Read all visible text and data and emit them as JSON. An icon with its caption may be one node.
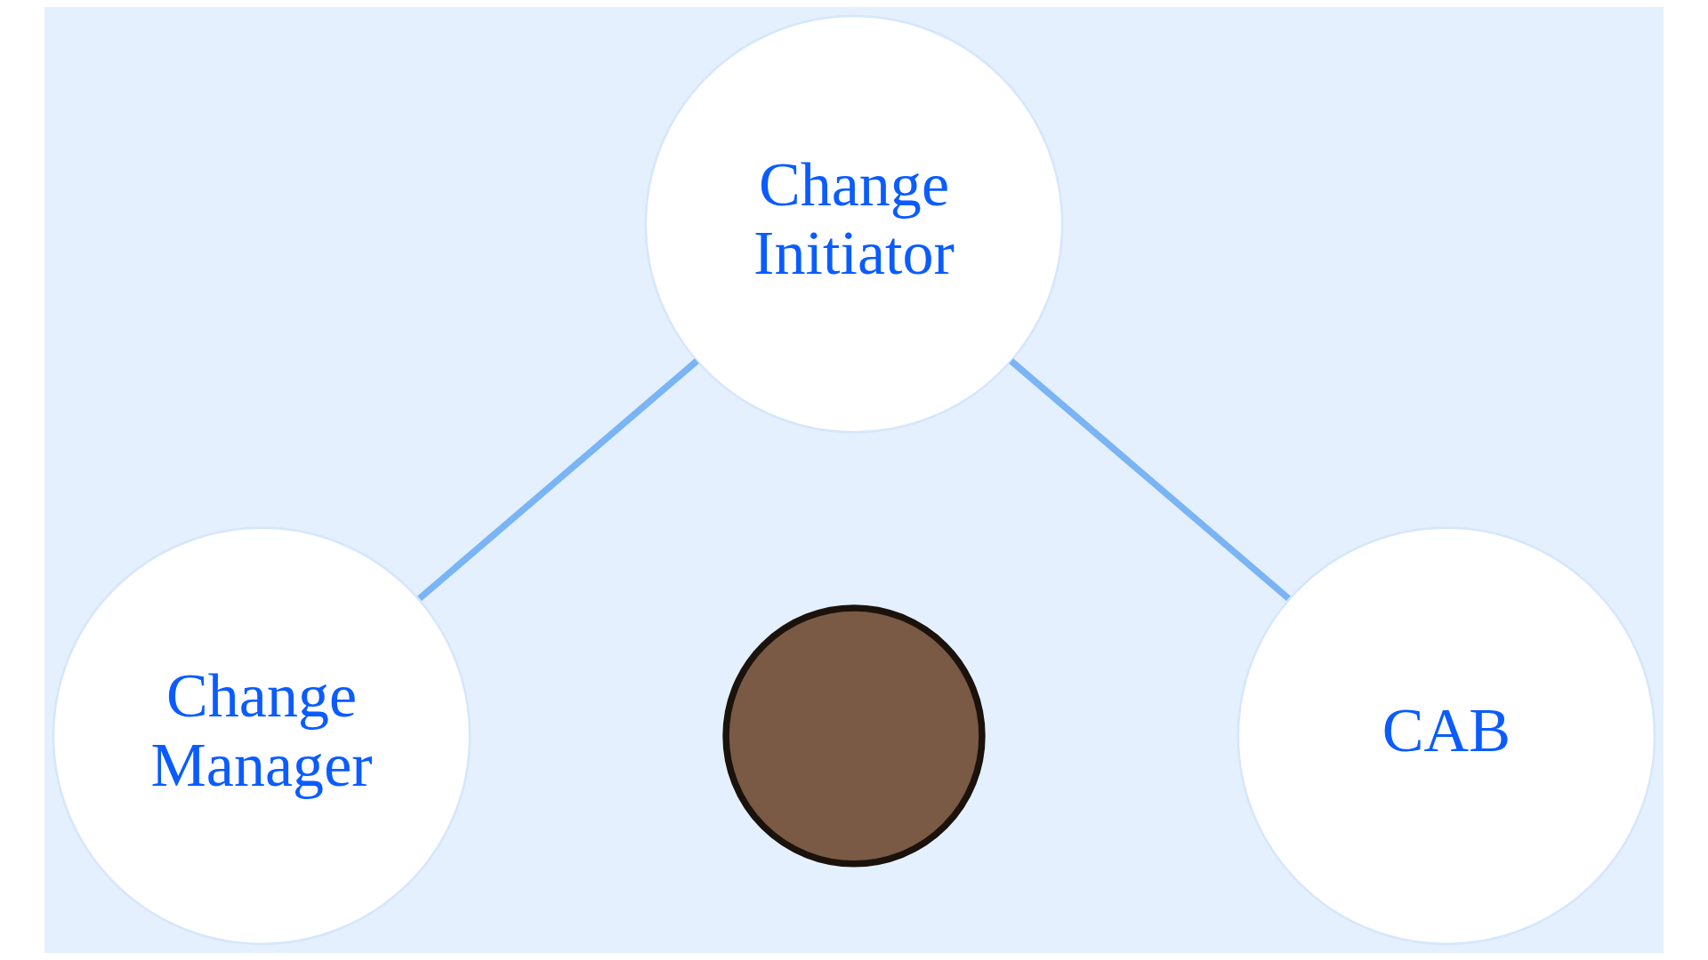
{
  "diagram": {
    "nodes": [
      {
        "text": [
          "Change Initiator"
        ]
      },
      {
        "text": [
          "Change Manager"
        ]
      },
      {
        "text": [],
        "shape": "circle"
      },
      {
        "text": [
          "CAB"
        ]
      }
    ],
    "edges": [
      {
        "from": 0,
        "to": 1,
        "arrow": "none"
      },
      {
        "from": 0,
        "to": 3,
        "arrow": "none"
      }
    ]
  }
}
